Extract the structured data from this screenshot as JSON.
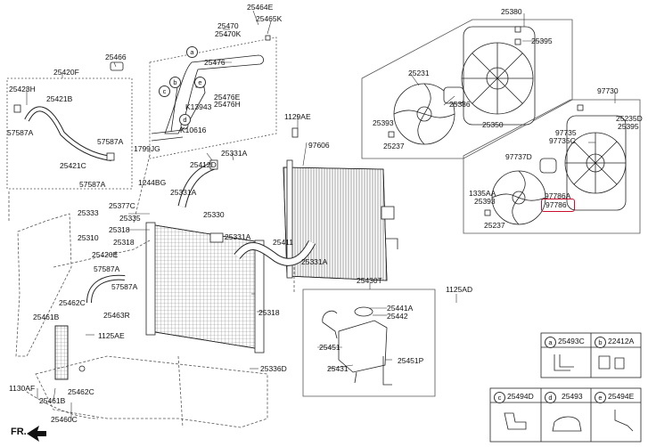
{
  "labels": {
    "p25464E": "25464E",
    "p25465K": "25465K",
    "p25470": "25470",
    "p25470K": "25470K",
    "p25476": "25476",
    "p25476E": "25476E",
    "p25476H": "25476H",
    "pK13943": "K13943",
    "pK10616": "K10616",
    "p25380": "25380",
    "p25395a": "25395",
    "p25231": "25231",
    "p25386": "25386",
    "p25350": "25350",
    "p25393a": "25393",
    "p25237a": "25237",
    "p97730": "97730",
    "p25235D": "25235D",
    "p25395b": "25395",
    "p97735": "97735",
    "p97735C": "97735C",
    "p97737D": "97737D",
    "p1335AA": "1335AA",
    "p25393b": "25393",
    "p97786A": "97786A",
    "p97786": "97786",
    "p25237b": "25237",
    "p1129AE": "1129AE",
    "p97606": "97606",
    "p25466": "25466",
    "p25420F": "25420F",
    "p25423H": "25423H",
    "p25421B": "25421B",
    "p57587Aa": "57587A",
    "p57587Ab": "57587A",
    "p25421C": "25421C",
    "p57587Ac": "57587A",
    "p1799JG": "1799JG",
    "p1244BG": "1244BG",
    "p25412D": "25412D",
    "p25331Aa": "25331A",
    "p25331Ab": "25331A",
    "p25331Ac": "25331A",
    "p25331Ad": "25331A",
    "p25330": "25330",
    "p25411": "25411",
    "p25333": "25333",
    "p25377C": "25377C",
    "p25335": "25335",
    "p25310": "25310",
    "p25318a": "25318",
    "p25318b": "25318",
    "p25420E": "25420E",
    "p57587Ad": "57587A",
    "p57587Ae": "57587A",
    "p25462Ca": "25462C",
    "p25463R": "25463R",
    "p25461Ba": "25461B",
    "p1125AE": "1125AE",
    "p25430T": "25430T",
    "p1125AD": "1125AD",
    "p25441A": "25441A",
    "p25442": "25442",
    "p25451": "25451",
    "p25451P": "25451P",
    "p25431": "25431",
    "p25336D": "25336D",
    "p1130AF": "1130AF",
    "p25461Bb": "25461B",
    "p25462Cb": "25462C",
    "p25460C": "25460C",
    "fr": "FR.",
    "t25493C": "25493C",
    "t22412A": "22412A",
    "t25494D": "25494D",
    "t25493": "25493",
    "t25494E": "25494E"
  },
  "callouts": {
    "a": "a",
    "b": "b",
    "c": "c",
    "d": "d",
    "e": "e"
  },
  "highlight_color": "#c8102e"
}
